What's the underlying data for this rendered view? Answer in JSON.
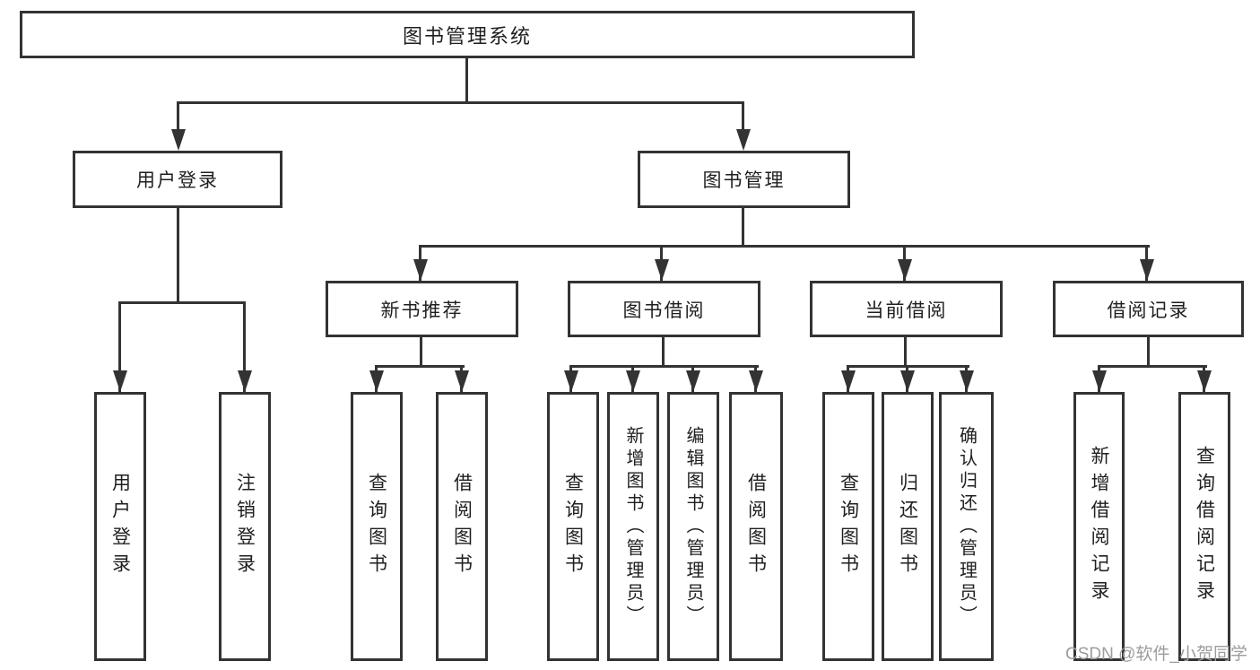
{
  "tree": {
    "root": {
      "label": "图书管理系统"
    },
    "branches": [
      {
        "label": "用户登录",
        "children": [
          {
            "label": "用户登录"
          },
          {
            "label": "注销登录"
          }
        ]
      },
      {
        "label": "图书管理",
        "children": [
          {
            "label": "新书推荐",
            "children": [
              {
                "label": "查询图书"
              },
              {
                "label": "借阅图书"
              }
            ]
          },
          {
            "label": "图书借阅",
            "children": [
              {
                "label": "查询图书"
              },
              {
                "label": "新增图书（管理员）"
              },
              {
                "label": "编辑图书（管理员）"
              },
              {
                "label": "借阅图书"
              }
            ]
          },
          {
            "label": "当前借阅",
            "children": [
              {
                "label": "查询图书"
              },
              {
                "label": "归还图书"
              },
              {
                "label": "确认归还（管理员）"
              }
            ]
          },
          {
            "label": "借阅记录",
            "children": [
              {
                "label": "新增借阅记录"
              },
              {
                "label": "查询借阅记录"
              }
            ]
          }
        ]
      }
    ]
  },
  "watermark": {
    "text": "CSDN @软件_小贺同学"
  },
  "colors": {
    "line": "#333333",
    "text": "#1f1f1f",
    "watermark": "#9c9c9c",
    "background": "#ffffff"
  }
}
